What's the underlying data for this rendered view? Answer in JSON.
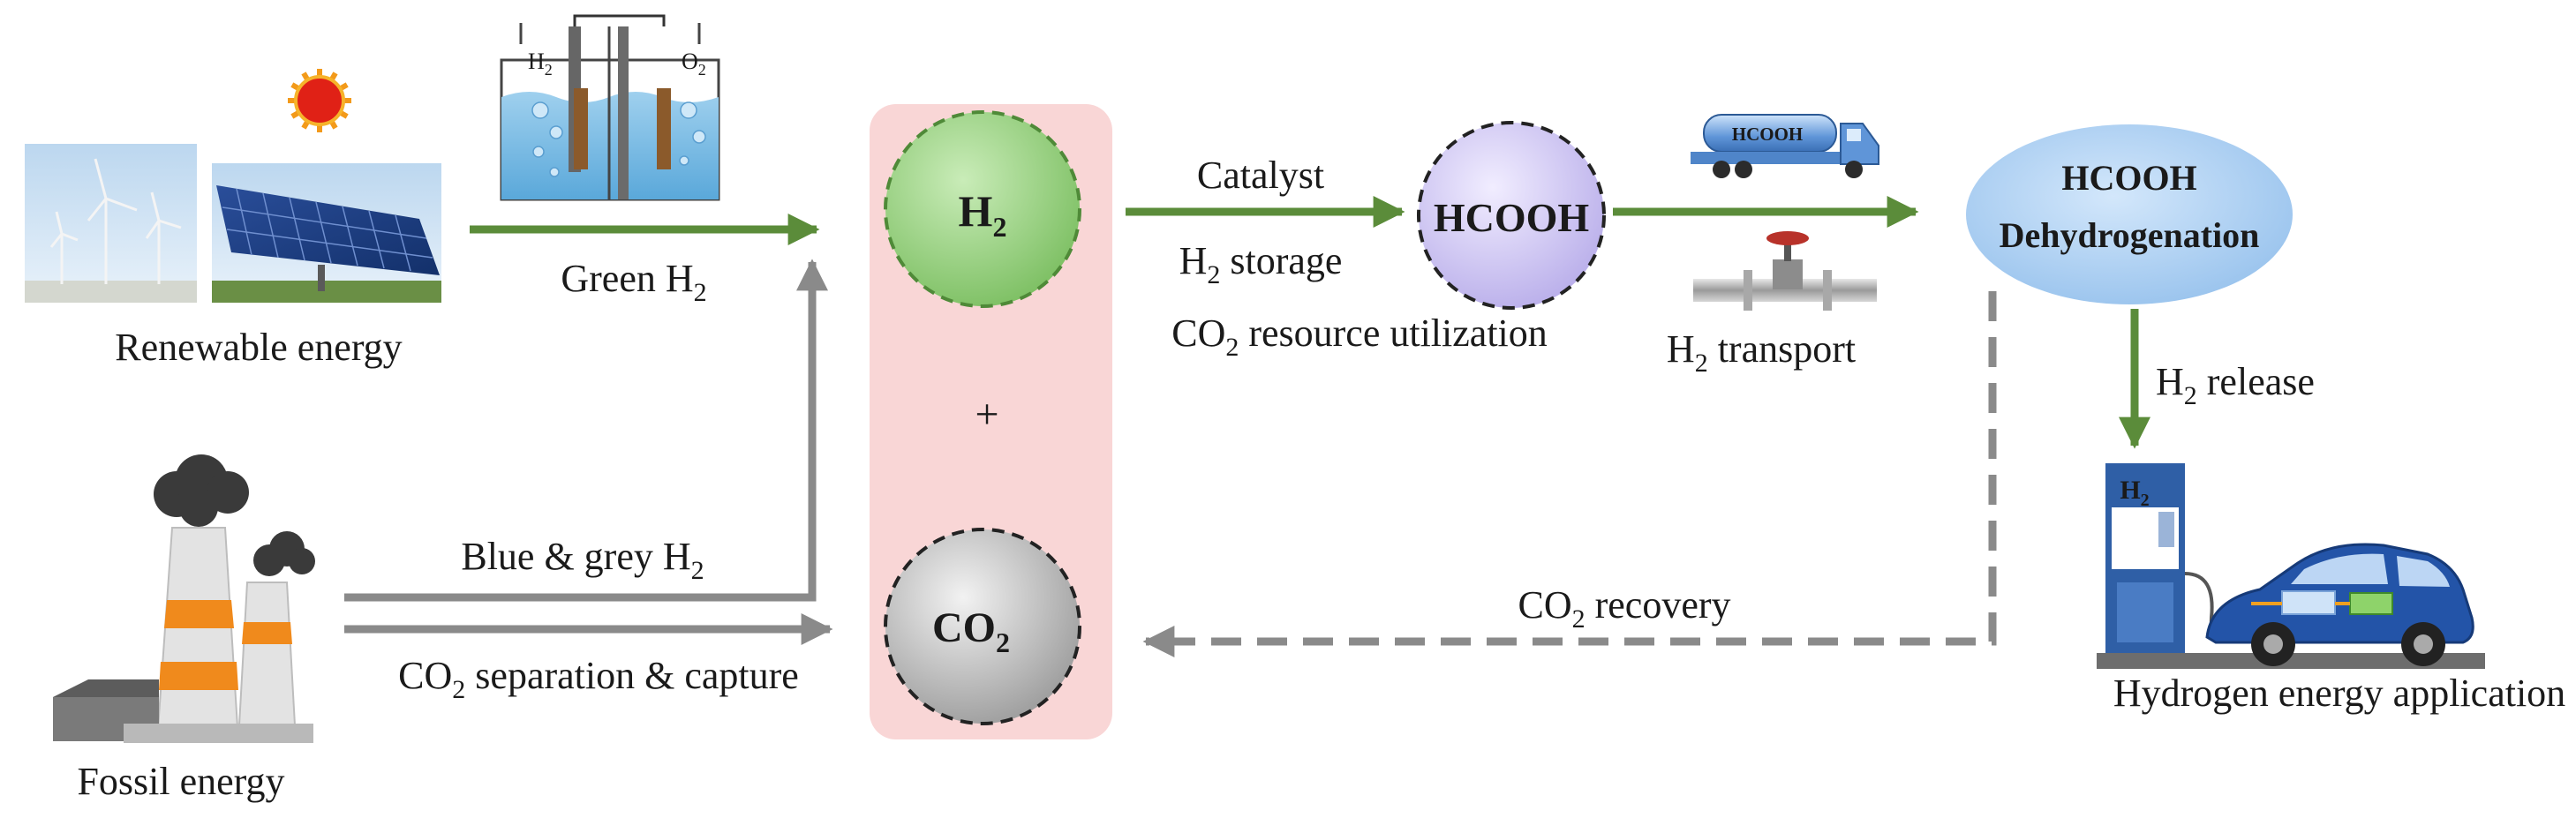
{
  "nodes": {
    "h2": {
      "main": "H",
      "sub": "2"
    },
    "plus": "+",
    "co2": {
      "main": "CO",
      "sub": "2"
    },
    "hcooh": "HCOOH",
    "dehydro": {
      "line1": "HCOOH",
      "line2": "Dehydrogenation"
    }
  },
  "labels": {
    "renewable": "Renewable energy",
    "fossil": "Fossil energy",
    "green_h2": {
      "main": "Green H",
      "sub": "2"
    },
    "blue_grey_h2": {
      "main": "Blue & grey H",
      "sub": "2"
    },
    "co2_separation": {
      "pre": "CO",
      "sub": "2",
      "post": " separation & capture"
    },
    "catalyst": "Catalyst",
    "h2_storage": {
      "pre": "H",
      "sub": "2",
      "post": " storage"
    },
    "co2_resource": {
      "pre": "CO",
      "sub": "2",
      "post": " resource utilization"
    },
    "h2_transport": {
      "pre": "H",
      "sub": "2",
      "post": " transport"
    },
    "h2_release": {
      "pre": "H",
      "sub": "2",
      "post": " release"
    },
    "co2_recovery": {
      "pre": "CO",
      "sub": "2",
      "post": " recovery"
    },
    "hydrogen_app": "Hydrogen energy application"
  },
  "icons": {
    "electrolyzer": {
      "left": "H",
      "left_sub": "2",
      "right": "O",
      "right_sub": "2"
    },
    "tanker_label": "HCOOH",
    "station_label": "H",
    "station_sub": "2"
  },
  "colors": {
    "green_arrow": "#5b8c3a",
    "grey_arrow": "#8a8a8a",
    "panel": "#f9d6d6",
    "h2_fill": "#8fc97a",
    "co2_fill": "#bdbdbd",
    "hcooh_fill": "#cfc6f2",
    "dehydro_fill": "#a9cdf0"
  }
}
